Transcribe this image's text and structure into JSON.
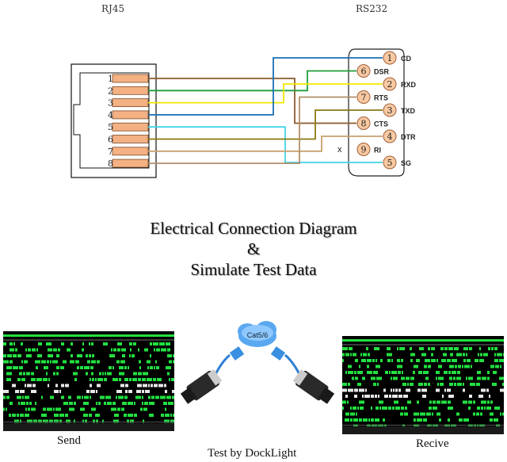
{
  "rj45": {
    "label": "RJ45",
    "pins": [
      "1",
      "2",
      "3",
      "4",
      "5",
      "6",
      "7",
      "8"
    ]
  },
  "rs232": {
    "label": "RS232",
    "pins": [
      {
        "num": "1",
        "name": "CD"
      },
      {
        "num": "6",
        "name": "DSR"
      },
      {
        "num": "2",
        "name": "RXD"
      },
      {
        "num": "7",
        "name": "RTS"
      },
      {
        "num": "3",
        "name": "TXD"
      },
      {
        "num": "8",
        "name": "CTS"
      },
      {
        "num": "4",
        "name": "DTR"
      },
      {
        "num": "9",
        "name": "RI"
      },
      {
        "num": "5",
        "name": "SG"
      }
    ],
    "unconnected_mark": "x"
  },
  "wiring": [
    {
      "rj45": "1",
      "rs232": "8",
      "color": "#8b5a2b"
    },
    {
      "rj45": "2",
      "rs232": "6",
      "color": "#1f9e3a"
    },
    {
      "rj45": "3",
      "rs232": "2",
      "color": "#f2e600"
    },
    {
      "rj45": "4",
      "rs232": "1",
      "color": "#1b6fb5"
    },
    {
      "rj45": "5",
      "rs232": "5",
      "color": "#42d4e8"
    },
    {
      "rj45": "6",
      "rs232": "3",
      "color": "#8a7a10"
    },
    {
      "rj45": "7",
      "rs232": "4",
      "color": "#c9a06e"
    },
    {
      "rj45": "8",
      "rs232": "7",
      "color": "#b08f6a"
    }
  ],
  "title": {
    "line1": "Electrical Connection Diagram",
    "line2": "&",
    "line3": "Simulate Test Data"
  },
  "test": {
    "send_label": "Send",
    "receive_label": "Recive",
    "cable_label": "Cat5/6",
    "tool_label": "Test by DockLight"
  },
  "colors": {
    "pin_fill": "#f4b183",
    "pin_circle": "#f9c9a1",
    "signal_green": "#22e040"
  }
}
